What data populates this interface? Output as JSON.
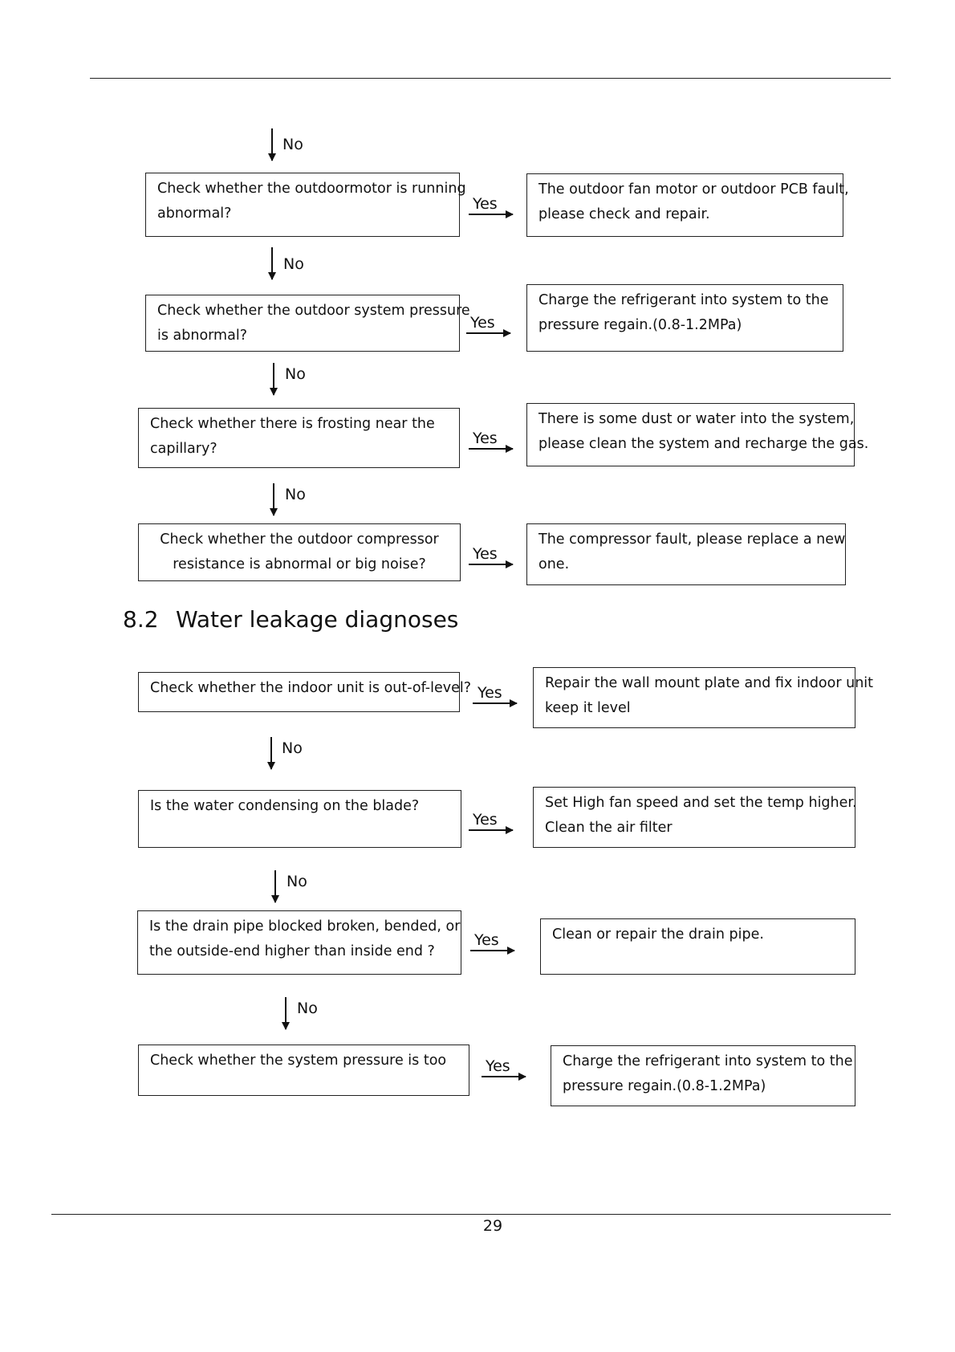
{
  "labels": {
    "yes": "Yes",
    "no": "No"
  },
  "section": {
    "number": "8.2",
    "title": "Water leakage diagnoses"
  },
  "page_number": "29",
  "refrigerant_flow": [
    {
      "check": [
        "Check whether the outdoormotor is running",
        "abnormal?"
      ],
      "action": [
        "The outdoor fan motor or outdoor PCB fault,",
        "please check and repair."
      ]
    },
    {
      "check": [
        "Check whether the outdoor system pressure",
        "is abnormal?"
      ],
      "action": [
        "Charge the refrigerant into system to the",
        "pressure regain.(0.8-1.2MPa)"
      ]
    },
    {
      "check": [
        "Check whether there is frosting near the",
        "capillary?"
      ],
      "action": [
        "There is some dust or water into the system,",
        "please clean the system and recharge the gas."
      ]
    },
    {
      "check": [
        "Check whether the outdoor compressor",
        "resistance is abnormal or big noise?"
      ],
      "action": [
        "The compressor fault, please replace a new",
        "one."
      ]
    }
  ],
  "water_leakage_flow": [
    {
      "check": [
        "Check whether the indoor unit is out-of-level?"
      ],
      "action": [
        "Repair the wall mount plate and fix indoor unit",
        "keep it level"
      ]
    },
    {
      "check": [
        "Is the water condensing on the blade?"
      ],
      "action": [
        "Set High fan speed and set the temp higher.",
        "Clean the air filter"
      ]
    },
    {
      "check": [
        "Is the drain pipe blocked broken, bended, or",
        "the outside-end higher than inside end ?"
      ],
      "action": [
        "Clean or repair the drain pipe."
      ]
    },
    {
      "check": [
        "Check whether the system pressure is too"
      ],
      "action": [
        "Charge the refrigerant into system to the",
        "pressure regain.(0.8-1.2MPa)"
      ]
    }
  ]
}
